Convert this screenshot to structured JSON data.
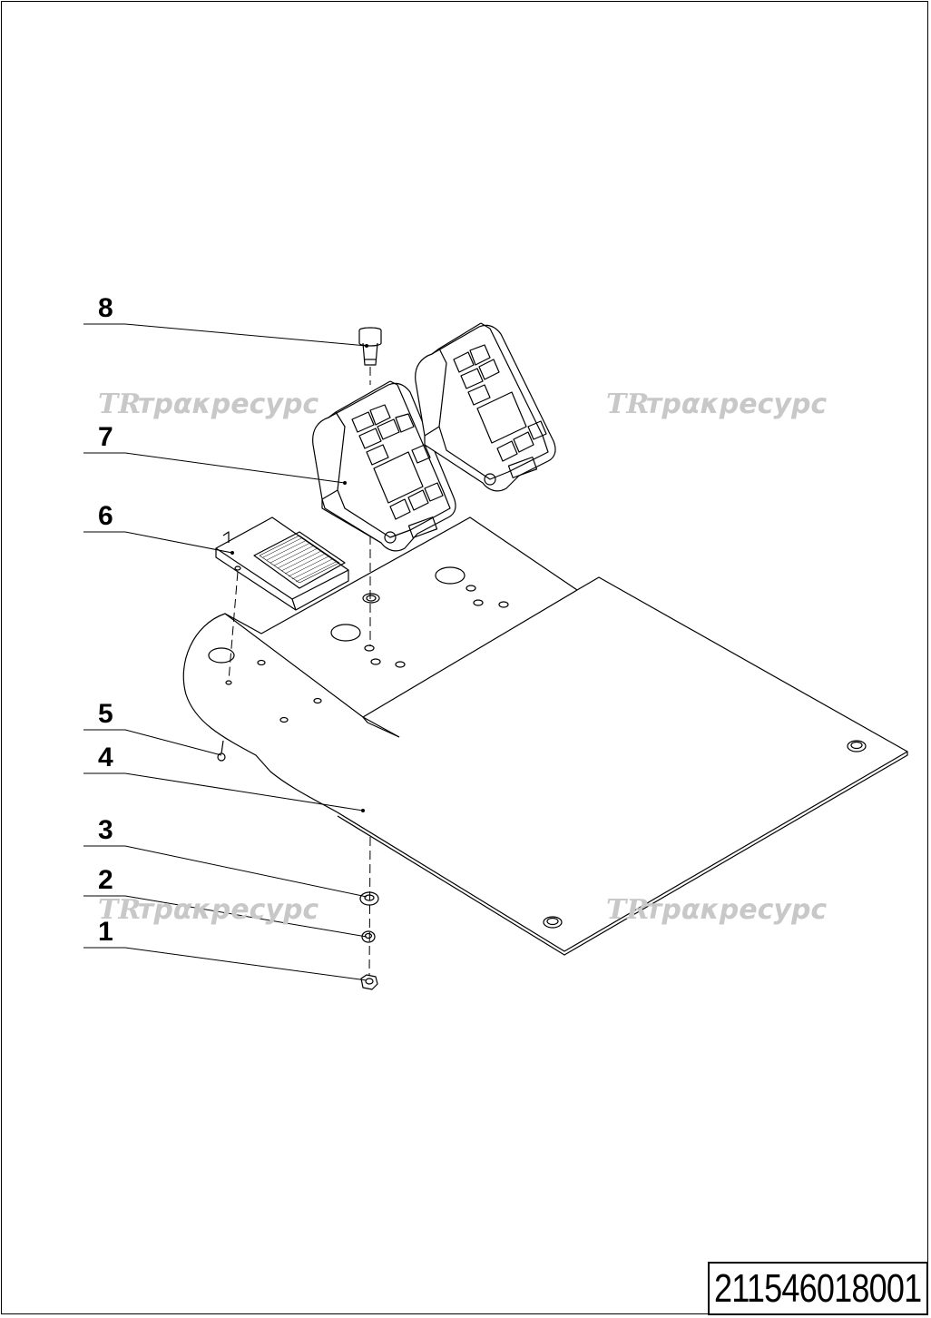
{
  "drawing": {
    "document_number": "211546018001",
    "watermark_text": "трακресурс",
    "watermark_logo": "TR",
    "watermark_color": "#c8c8c8",
    "line_color": "#000000"
  },
  "callouts": [
    {
      "label": "8"
    },
    {
      "label": "7"
    },
    {
      "label": "6"
    },
    {
      "label": "5"
    },
    {
      "label": "4"
    },
    {
      "label": "3"
    },
    {
      "label": "2"
    },
    {
      "label": "1"
    }
  ]
}
